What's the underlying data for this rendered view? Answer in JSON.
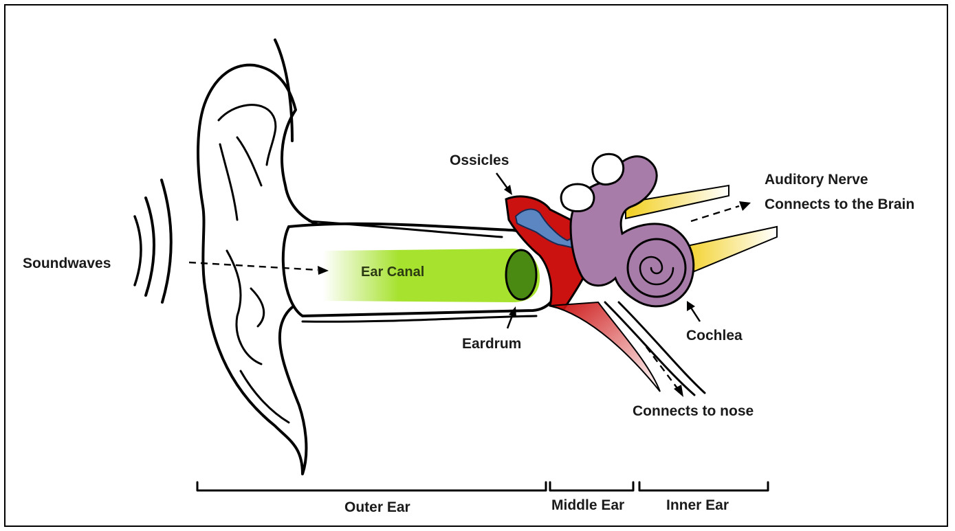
{
  "labels": {
    "soundwaves": "Soundwaves",
    "ear_canal": "Ear Canal",
    "eardrum": "Eardrum",
    "ossicles": "Ossicles",
    "auditory_nerve_line1": "Auditory Nerve",
    "auditory_nerve_line2": "Connects to the Brain",
    "cochlea": "Cochlea",
    "connects_to_nose": "Connects to nose"
  },
  "regions": {
    "outer_ear": "Outer Ear",
    "middle_ear": "Middle Ear",
    "inner_ear": "Inner Ear"
  },
  "colors": {
    "ear_canal": "#a6e22e",
    "eardrum": "#4a8a12",
    "middle_ear": "#cc1111",
    "ossicles": "#5b86c2",
    "inner_ear": "#a77ca8",
    "nerve": "#f2cf1e"
  }
}
